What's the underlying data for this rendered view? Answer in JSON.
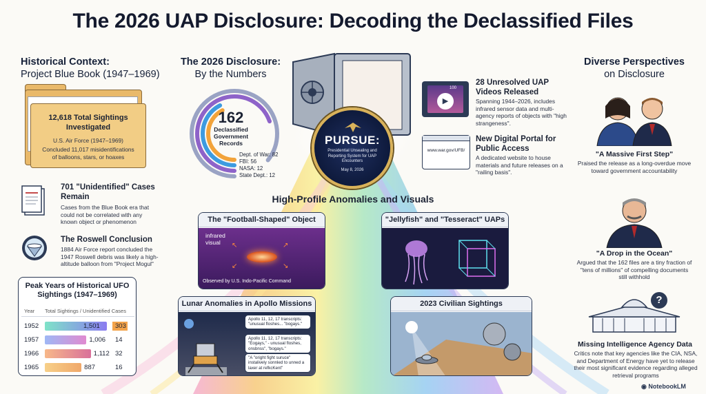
{
  "title": "The 2026 UAP Disclosure: Decoding the Declassified Files",
  "historical": {
    "heading": "Historical Context:",
    "subheading": "Project Blue Book (1947–1969)",
    "sightings_title": "12,618 Total Sightings Investigated",
    "sightings_org": "U.S. Air Force (1947–1969)",
    "sightings_note": "Concluded 11,017 misidentifications of balloons, stars, or hoaxes",
    "unidentified_title": "701 \"Unidentified\" Cases Remain",
    "unidentified_body": "Cases from the Blue Book era that could not be correlated with any known object or phenomenon",
    "roswell_title": "The Roswell Conclusion",
    "roswell_body": "1884 Air Force report concluded the 1947 Roswell debris was likely a high-altitude balloon from \"Project Mogul\""
  },
  "numbers": {
    "heading": "The 2026 Disclosure:",
    "subheading": "By the Numbers",
    "total": "162",
    "total_label": "Declassified Government Records",
    "breakdown": [
      {
        "label": "Dept. of War: 82",
        "value": 82,
        "color": "#9aa3c4"
      },
      {
        "label": "FBI: 56",
        "value": 56,
        "color": "#8e63c9"
      },
      {
        "label": "NASA: 12",
        "value": 12,
        "color": "#3d9be0"
      },
      {
        "label": "State Dept.: 12",
        "value": 12,
        "color": "#f2a33a"
      }
    ]
  },
  "pursue": {
    "name": "PURSUE:",
    "full": "Presidential Unsealing and Reporting System for UAP Encounters",
    "date": "May 8, 2026"
  },
  "videos": {
    "title": "28 Unresolved UAP Videos Released",
    "body": "Spanning 1944–2026, includes infrared sensor data and multi-agency reports of objects with \"high strangeness\".",
    "screen_label": "100"
  },
  "portal": {
    "title": "New Digital Portal for Public Access",
    "body": "A dedicated website to house materials and future releases on a \"railing basis\".",
    "url": "www.war.gov/UFB/"
  },
  "anomalies": {
    "heading": "High-Profile Anomalies and Visuals",
    "football_title": "The \"Football-Shaped\" Object",
    "football_tag": "infrared visual",
    "football_caption": "Observed by U.S. Indo-Pacific Command",
    "jelly_title": "\"Jellyfish\" and \"Tesseract\" UAPs",
    "lunar_title": "Lunar Anomalies in Apollo Missions",
    "lunar_bubble1": "Apollo 11, 12, 17 transcripts: \"unusual floshes... \"bogays.\"",
    "lunar_bubble2": "Apollo 11, 12, 17 transcripts: \"Eogays,\" - unusual floshes, onsbnss\", \"bogays.\"",
    "lunar_bubble3": "\"A \"oright fight suruce\" instalively sonnled to unned a laxer at refkcKent\"",
    "civilian_title": "2023 Civilian Sightings"
  },
  "peak": {
    "title": "Peak Years of Historical UFO Sightings (1947–1969)",
    "col_year": "Year",
    "col_values": "Total Sightings / Unidentified Cases",
    "rows": [
      {
        "year": "1952",
        "total": 1501,
        "total_label": "1,501",
        "unid": 303,
        "unid_label": "303"
      },
      {
        "year": "1957",
        "total": 1006,
        "total_label": "1,006",
        "unid": 14,
        "unid_label": "14"
      },
      {
        "year": "1966",
        "total": 1112,
        "total_label": "1,112",
        "unid": 32,
        "unid_label": "32"
      },
      {
        "year": "1965",
        "total": 887,
        "total_label": "887",
        "unid": 16,
        "unid_label": "16"
      }
    ]
  },
  "perspectives": {
    "heading": "Diverse Perspectives",
    "subheading": "on Disclosure",
    "p1_title": "\"A Massive First Step\"",
    "p1_body": "Praised the release as a long-overdue move toward government accountability",
    "p2_title": "\"A Drop in the Ocean\"",
    "p2_body": "Argued that the 162 files are a tiny fraction of \"tens of millions\" of compelling documents still withhold",
    "p3_title": "Missing Intelligence Agency Data",
    "p3_body": "Critics note that key agencies like the CIA, NSA, and Department of Energy have yet to release their most significant evidence regarding alleged retrieval programs",
    "question_mark": "?"
  },
  "brand": "NotebookLM",
  "colors": {
    "navy": "#1b2233",
    "accent": "#2c3a55"
  }
}
